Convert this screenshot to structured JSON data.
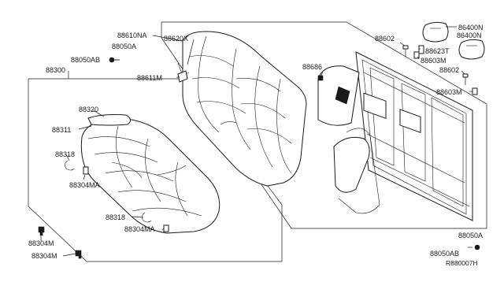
{
  "labels": {
    "p88610NA": "88610NA",
    "p88050A_top": "88050A",
    "p88050AB_top": "88050AB",
    "p88620X": "88620X",
    "p88611M": "88611M",
    "p88300": "88300",
    "p88320": "88320",
    "p88311": "88311",
    "p88318_a": "88318",
    "p88304MA_a": "88304MA",
    "p88318_b": "88318",
    "p88304MA_b": "88304MA",
    "p88304M_a": "88304M",
    "p88304M_b": "88304M",
    "p88686": "88686",
    "p88602_a": "88602",
    "p88623T": "88623T",
    "p88603M_a": "88603M",
    "p86400N_a": "86400N",
    "p86400N_b": "86400N",
    "p88602_b": "88602",
    "p88603M_b": "88603M",
    "p88050A_bot": "88050A",
    "p88050AB_bot": "88050AB"
  },
  "diagram_code": "R880007H"
}
